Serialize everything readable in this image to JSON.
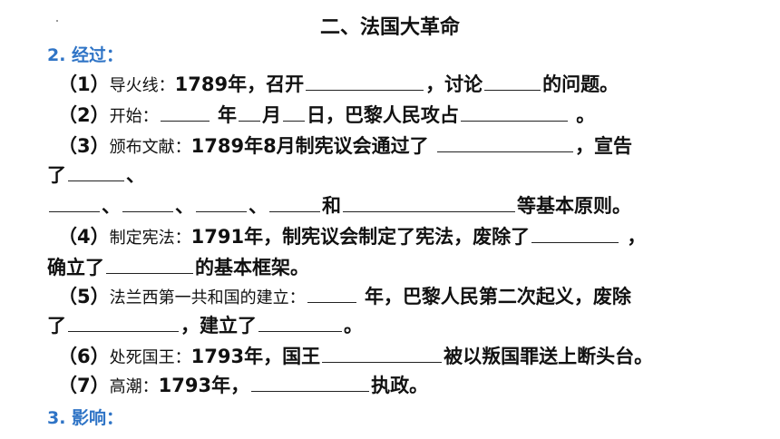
{
  "title": "二、法国大革命",
  "section2": "2. 经过：",
  "section3": "3. 影响：",
  "items": {
    "i1": {
      "num": "（1）",
      "label": "导火线：",
      "a": "1789年，召开",
      "b": "，讨论",
      "c": "的问题。"
    },
    "i2": {
      "num": "（2）",
      "label": "开始：",
      "a": "年",
      "b": "月",
      "c": "日，巴黎人民攻占",
      "d": "。"
    },
    "i3": {
      "num": "（3）",
      "label": "颁布文献：",
      "a": "1789年8月制宪议会通过了",
      "b": "，宣告",
      "c": "了",
      "d": "、",
      "e": "、",
      "f": "、",
      "g": "、",
      "h": "和",
      "i": "等基本原则。"
    },
    "i4": {
      "num": "（4）",
      "label": "制定宪法：",
      "a": "1791年，制宪议会制定了宪法，废除了",
      "b": "，",
      "c": "确立了",
      "d": "的基本框架。"
    },
    "i5": {
      "num": "（5）",
      "label": "法兰西第一共和国的建立：",
      "a": "年，巴黎人民第二次起义，废除",
      "b": "了",
      "c": "，建立了",
      "d": "。"
    },
    "i6": {
      "num": "（6）",
      "label": "处死国王：",
      "a": "1793年，国王",
      "b": "被以叛国罪送上断头台。"
    },
    "i7": {
      "num": "（7）",
      "label": "高潮：",
      "a": "1793年，",
      "b": "执政。"
    }
  }
}
